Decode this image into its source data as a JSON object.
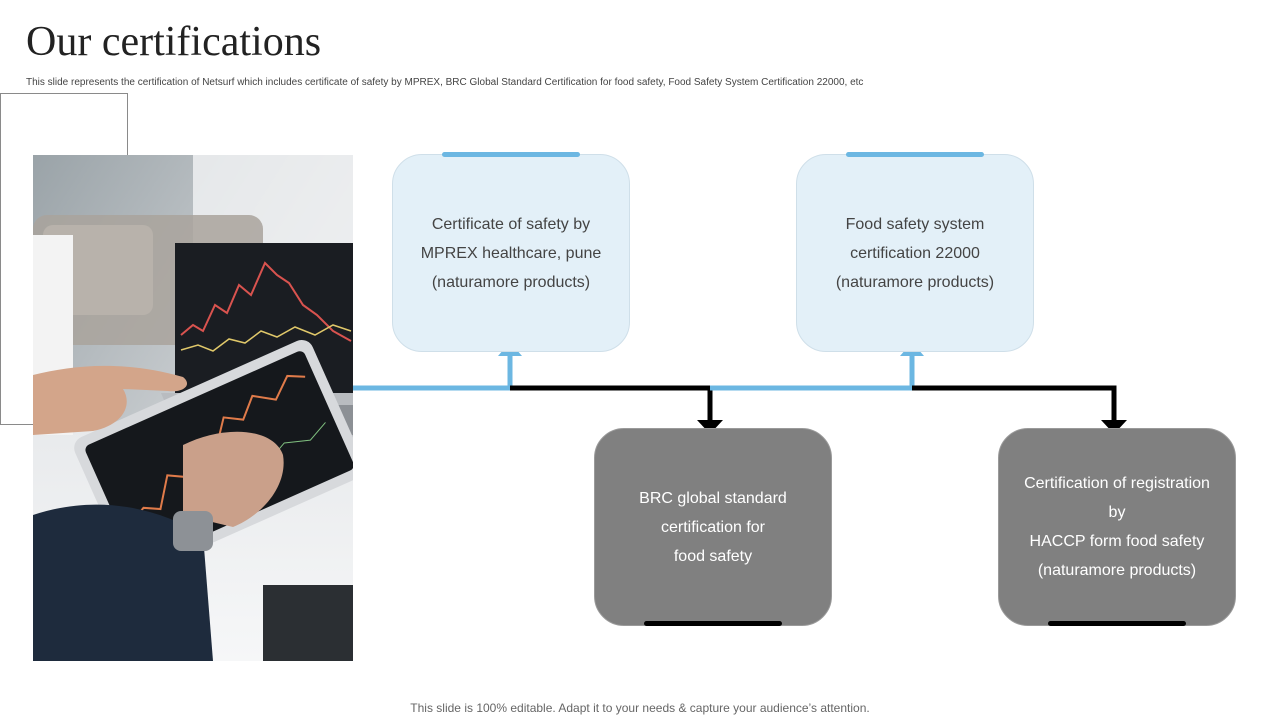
{
  "slide": {
    "title": "Our certifications",
    "subtitle": "This slide represents the certification of Netsurf which includes certificate of safety by MPREX,  BRC Global Standard Certification for food safety, Food Safety System Certification 22000, etc",
    "footer": "This slide is 100% editable. Adapt it to your needs & capture your audience’s attention."
  },
  "colors": {
    "light_box": "#e3f0f8",
    "dark_box": "#808080",
    "accent_blue": "#6cb7e2",
    "accent_black": "#000000"
  },
  "cards": {
    "top": [
      {
        "lines": [
          "Certificate of safety by",
          "MPREX healthcare,  pune",
          "(naturamore products)"
        ]
      },
      {
        "lines": [
          "Food safety system",
          "certification 22000",
          "(naturamore products)"
        ]
      }
    ],
    "bottom": [
      {
        "lines": [
          "BRC global standard",
          "certification for",
          "food safety"
        ]
      },
      {
        "lines": [
          "Certification of registration by",
          "HACCP form food safety",
          "(naturamore products)"
        ]
      }
    ]
  },
  "image": {
    "description_icon": "tablet-stock-chart-photo"
  }
}
